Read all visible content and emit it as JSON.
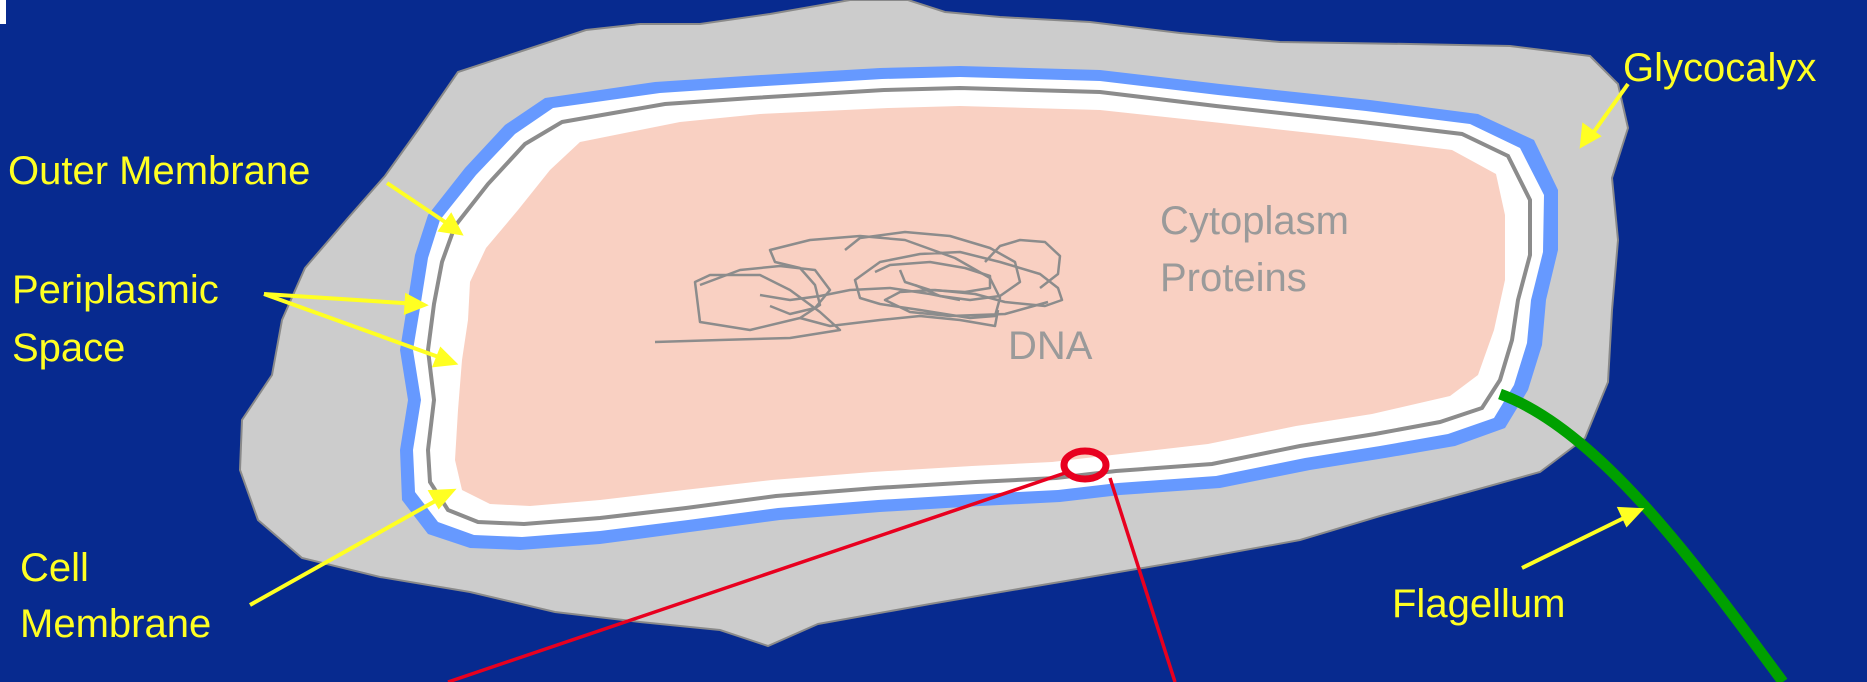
{
  "labels": {
    "glycocalyx": "Glycocalyx",
    "outer_membrane": "Outer Membrane",
    "periplasmic_line1": "Periplasmic",
    "periplasmic_line2": "Space",
    "cell_line1": "Cell",
    "cell_line2": "Membrane",
    "cytoplasm": "Cytoplasm",
    "proteins": "Proteins",
    "dna": "DNA",
    "flagellum": "Flagellum"
  },
  "colors": {
    "background": "#072a8f",
    "glycocalyx": "#cccccc",
    "outer_membrane": "#6699ff",
    "periplasmic_space": "#ffffff",
    "cell_membrane": "#8c8c8c",
    "cytoplasm": "#f9d0c2",
    "dna": "#8c8c8c",
    "flagellum": "#00a000",
    "pointer_labels": "#ffff22",
    "ribosome_pointer": "#e8001f"
  }
}
